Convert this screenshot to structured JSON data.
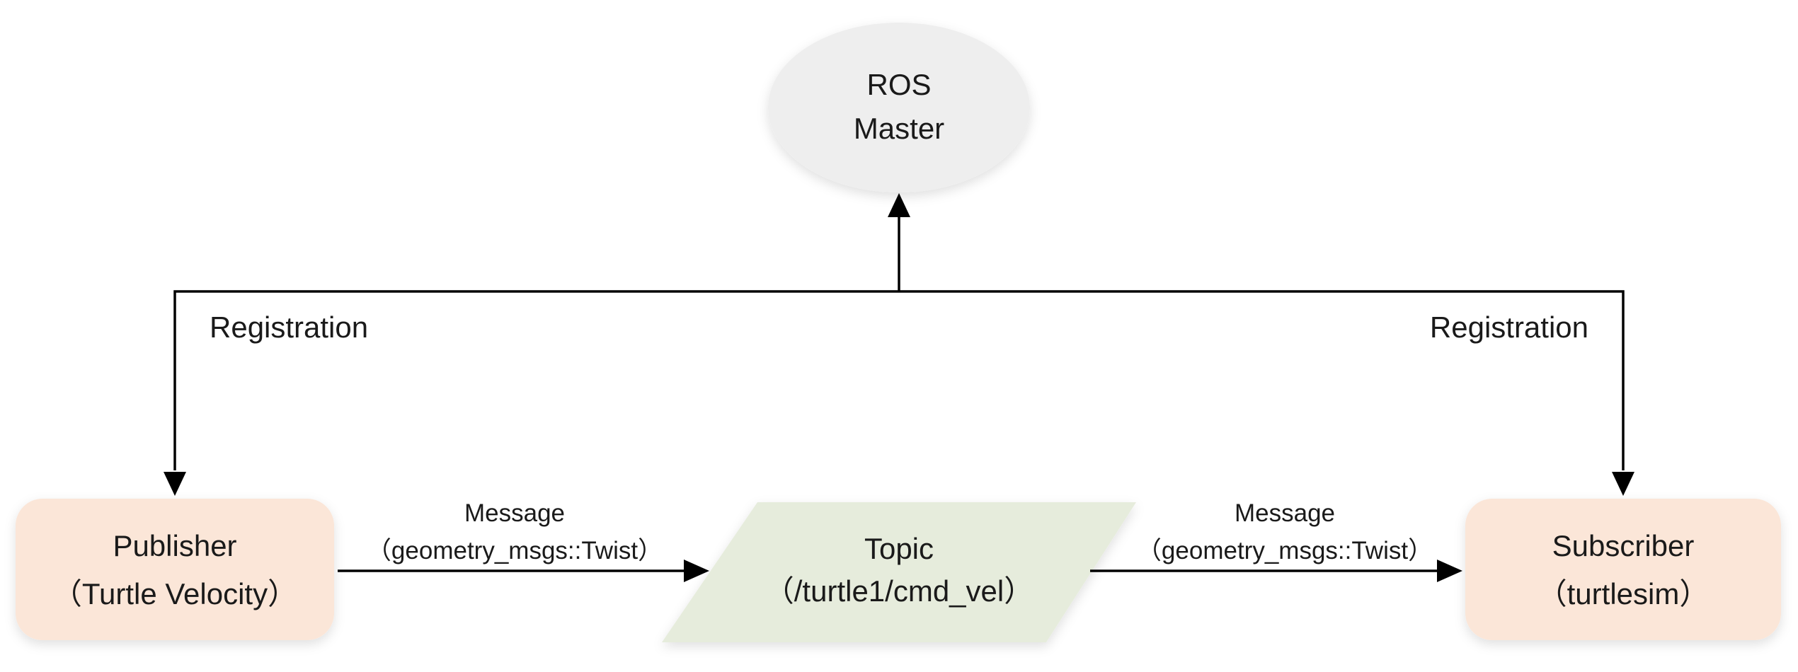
{
  "nodes": {
    "ros_master": {
      "line1": "ROS",
      "line2": "Master",
      "fill": "#eeeeee"
    },
    "publisher": {
      "line1": "Publisher",
      "line2": "（Turtle Velocity）",
      "fill": "#fbe6d8"
    },
    "topic": {
      "line1": "Topic",
      "line2": "（/turtle1/cmd_vel）",
      "fill": "#e6ecdc"
    },
    "subscriber": {
      "line1": "Subscriber",
      "line2": "（turtlesim）",
      "fill": "#fbe6d8"
    }
  },
  "edges": {
    "registration_left": "Registration",
    "registration_right": "Registration",
    "message_left": {
      "line1": "Message",
      "line2": "（geometry_msgs::Twist）"
    },
    "message_right": {
      "line1": "Message",
      "line2": "（geometry_msgs::Twist）"
    }
  },
  "colors": {
    "line": "#000000",
    "text": "#1a1a1a",
    "background": "#ffffff"
  }
}
